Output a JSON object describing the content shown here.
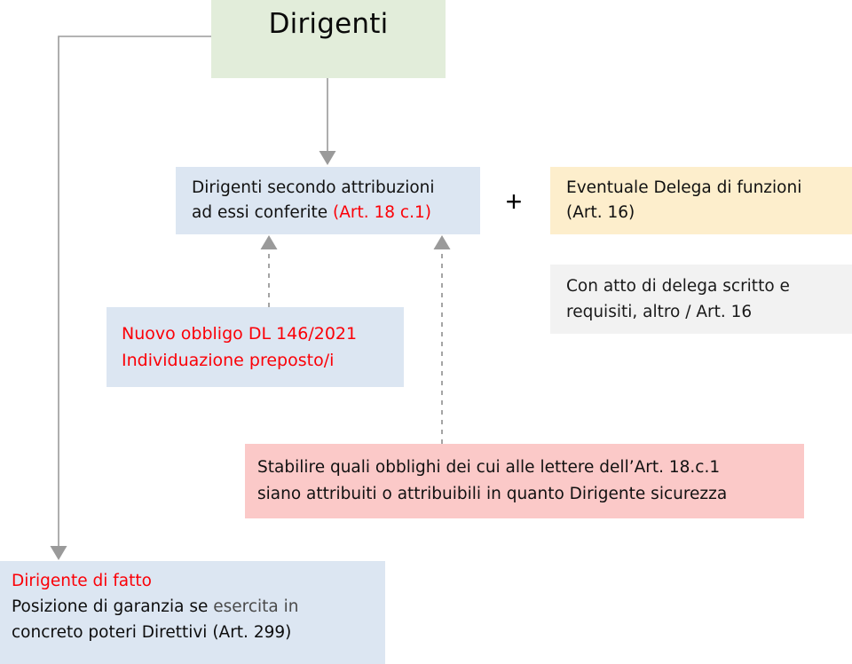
{
  "diagram": {
    "title_node": {
      "label": "Dirigenti",
      "fill": "#e2edda"
    },
    "attribuzioni_node": {
      "line1": "Dirigenti secondo attribuzioni",
      "line2_black": "ad essi conferite ",
      "line2_red": "(Art. 18 c.1)",
      "fill": "#dce6f2"
    },
    "plus": {
      "label": "+"
    },
    "delega_node": {
      "line1": "Eventuale Delega di funzioni",
      "line2_red": "(Art. 16)",
      "fill": "#fdeecc"
    },
    "atto_node": {
      "line1": "Con atto di delega scritto e",
      "line2": "requisiti, altro / Art. 16",
      "fill": "#f2f2f2"
    },
    "obbligo_node": {
      "line1": "Nuovo obbligo DL 146/2021",
      "line2": "Individuazione preposto/i",
      "fill": "#dce6f2",
      "text_color": "#fb0007"
    },
    "stabilire_node": {
      "line1": "Stabilire quali obblighi dei cui alle lettere dell’Art. 18.c.1",
      "line2": "siano attribuiti o attribuibili in quanto Dirigente sicurezza",
      "fill": "#fbc9c8"
    },
    "fatto_node": {
      "line1_red": "Dirigente di fatto",
      "line2_black": "Posizione di garanzia se ",
      "line2_gray": "esercita in",
      "line3_gray": "concreto poteri Direttivi (Art. 299)",
      "fill": "#dce6f2"
    },
    "connectors": {
      "arrow_color": "#9a9a9a",
      "solid_down_label": "arrow-dirigenti-to-attribuzioni",
      "bracket_label": "arrow-dirigenti-to-dirigente-di-fatto",
      "dashed_left_label": "dashed-arrow-obbligo-to-attribuzioni",
      "dashed_right_label": "dashed-arrow-stabilire-to-attribuzioni"
    }
  }
}
